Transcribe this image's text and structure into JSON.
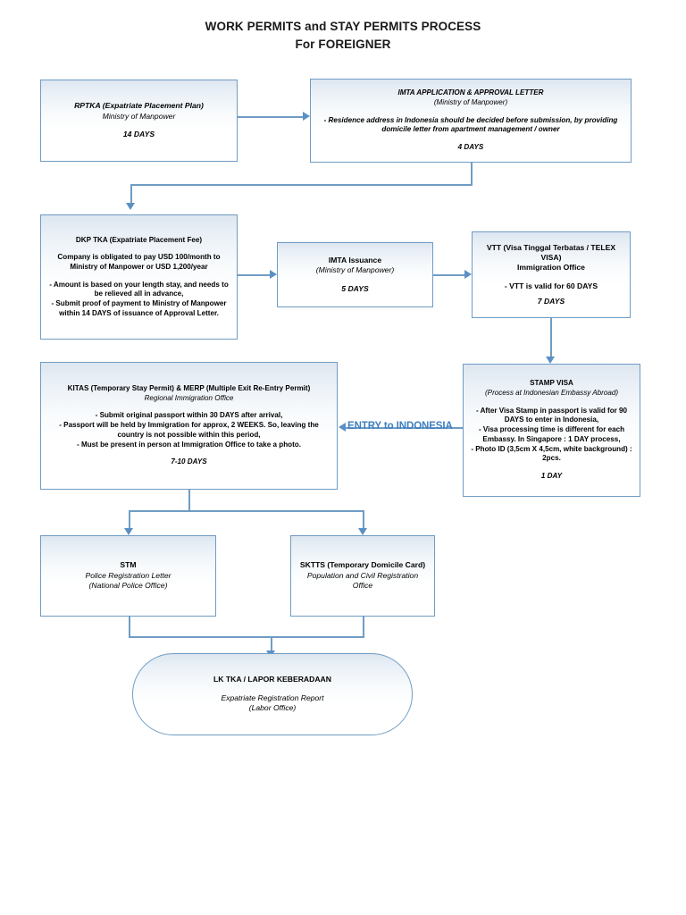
{
  "document": {
    "title_line1": "WORK PERMITS and STAY PERMITS PROCESS",
    "title_line2": "For FOREIGNER"
  },
  "colors": {
    "box_border": "#6f9cc4",
    "connector": "#6f9cc4",
    "arrowhead": "#5b90c4",
    "entry_label": "#3f7fbf",
    "box_fill_top": "#dde6f0",
    "box_fill_bottom": "#ffffff"
  },
  "nodes": {
    "rptka": {
      "id": "rptka",
      "heading": "RPTKA (Expatriate Placement Plan)",
      "subheading": "Ministry of Manpower",
      "duration": "14 DAYS"
    },
    "imta_application": {
      "id": "imta-application",
      "heading": "IMTA APPLICATION & APPROVAL LETTER",
      "subheading": "(Ministry of Manpower)",
      "detail1": "- Residence address in Indonesia should be decided before submission, by providing",
      "detail2": "domicile letter from apartment management / owner",
      "duration": "4 DAYS"
    },
    "dkp_tka": {
      "id": "dkp-tka",
      "heading": "DKP TKA (Expatriate Placement Fee)",
      "body1": "Company is obligated to pay USD 100/month to",
      "body2": "Ministry of Manpower or USD 1,200/year",
      "bullet1a": "- Amount is based on your length stay, and needs to",
      "bullet1b": "be relieved all in advance,",
      "bullet2a": "- Submit proof of payment to Ministry of Manpower",
      "bullet2b": "within 14 DAYS of issuance of Approval Letter."
    },
    "imta_issuance": {
      "id": "imta-issuance",
      "heading": "IMTA Issuance",
      "subheading": "(Ministry of Manpower)",
      "duration": "5 DAYS"
    },
    "vtt": {
      "id": "vtt",
      "heading1": "VTT (Visa Tinggal Terbatas / TELEX VISA)",
      "heading2": "Immigration Office",
      "detail": "- VTT is valid for 60 DAYS",
      "duration": "7 DAYS"
    },
    "stamp_visa": {
      "id": "stamp-visa",
      "heading": "STAMP VISA",
      "subheading": "(Process at Indonesian Embassy Abroad)",
      "detail1a": "- After Visa Stamp in passport is valid for 90",
      "detail1b": "DAYS to enter in Indonesia,",
      "detail2a": "- Visa processing time is different for each",
      "detail2b": "Embassy. In Singapore : 1 DAY process,",
      "detail3a": "- Photo ID (3,5cm X 4,5cm, white background) :",
      "detail3b": "2pcs.",
      "duration": "1 DAY"
    },
    "kitas_merp": {
      "id": "kitas-merp",
      "heading": "KITAS (Temporary Stay Permit) & MERP (Multiple Exit Re-Entry Permit)",
      "subheading": "Regional Immigration Office",
      "detail1": "- Submit original passport within 30 DAYS after arrival,",
      "detail2a": "- Passport will be held by Immigration for approx, 2 WEEKS. So, leaving the",
      "detail2b": "country is not possible within this period,",
      "detail3": "- Must be present in person at Immigration Office to take a photo.",
      "duration": "7-10 DAYS"
    },
    "stm": {
      "id": "stm",
      "heading": "STM",
      "subheading1": "Police Registration Letter",
      "subheading2": "(National Police Office)"
    },
    "sktts": {
      "id": "sktts",
      "heading": "SKTTS (Temporary Domicile Card)",
      "subheading1": "Population and Civil Registration",
      "subheading2": "Office"
    },
    "lk_tka": {
      "id": "lk-tka",
      "heading": "LK TKA  / LAPOR KEBERADAAN",
      "subheading1": "Expatriate Registration Report",
      "subheading2": "(Labor Office)"
    }
  },
  "annotations": {
    "entry_to_indonesia": "ENTRY to INDONESIA"
  }
}
